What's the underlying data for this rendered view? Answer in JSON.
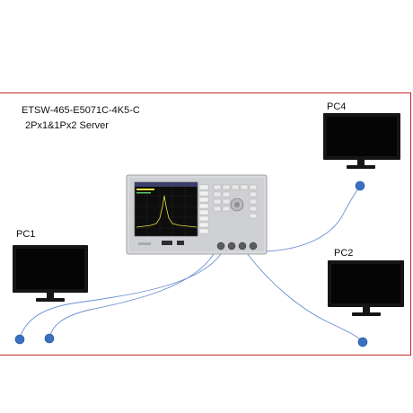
{
  "server": {
    "title": "ETSW-465-E5071C-4K5-C",
    "subtitle": "2Px1&1Px2 Server"
  },
  "clients": [
    {
      "id": "pc1",
      "label": "PC1"
    },
    {
      "id": "pc2",
      "label": "PC2"
    },
    {
      "id": "pc4",
      "label": "PC4"
    }
  ],
  "colors": {
    "frame": "#c0272d",
    "cable": "#6a8fd1",
    "endpoint": "#3a6fc1",
    "monitor": "#151515",
    "analyzer_body": "#d9dadc",
    "analyzer_screen": "#0d0d0d",
    "trace": "#e8e23a"
  }
}
